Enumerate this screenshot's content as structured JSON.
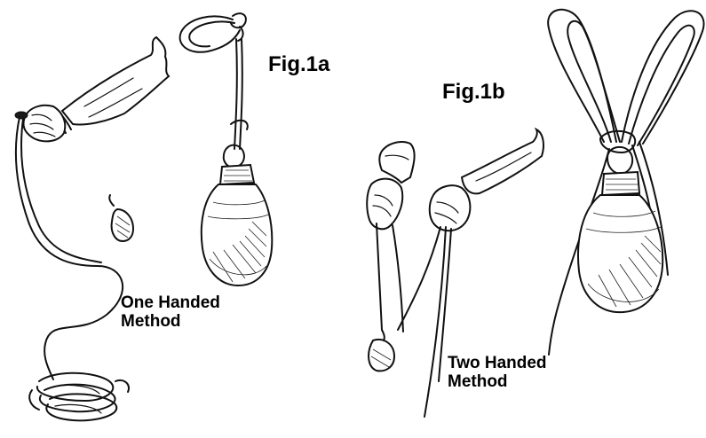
{
  "labels": {
    "fig_1a": "Fig.1a",
    "fig_1b": "Fig.1b",
    "one_handed_line1": "One Handed",
    "one_handed_line2": "Method",
    "two_handed_line1": "Two Handed",
    "two_handed_line2": "Method"
  },
  "colors": {
    "ink": "#111111",
    "background": "#ffffff"
  }
}
